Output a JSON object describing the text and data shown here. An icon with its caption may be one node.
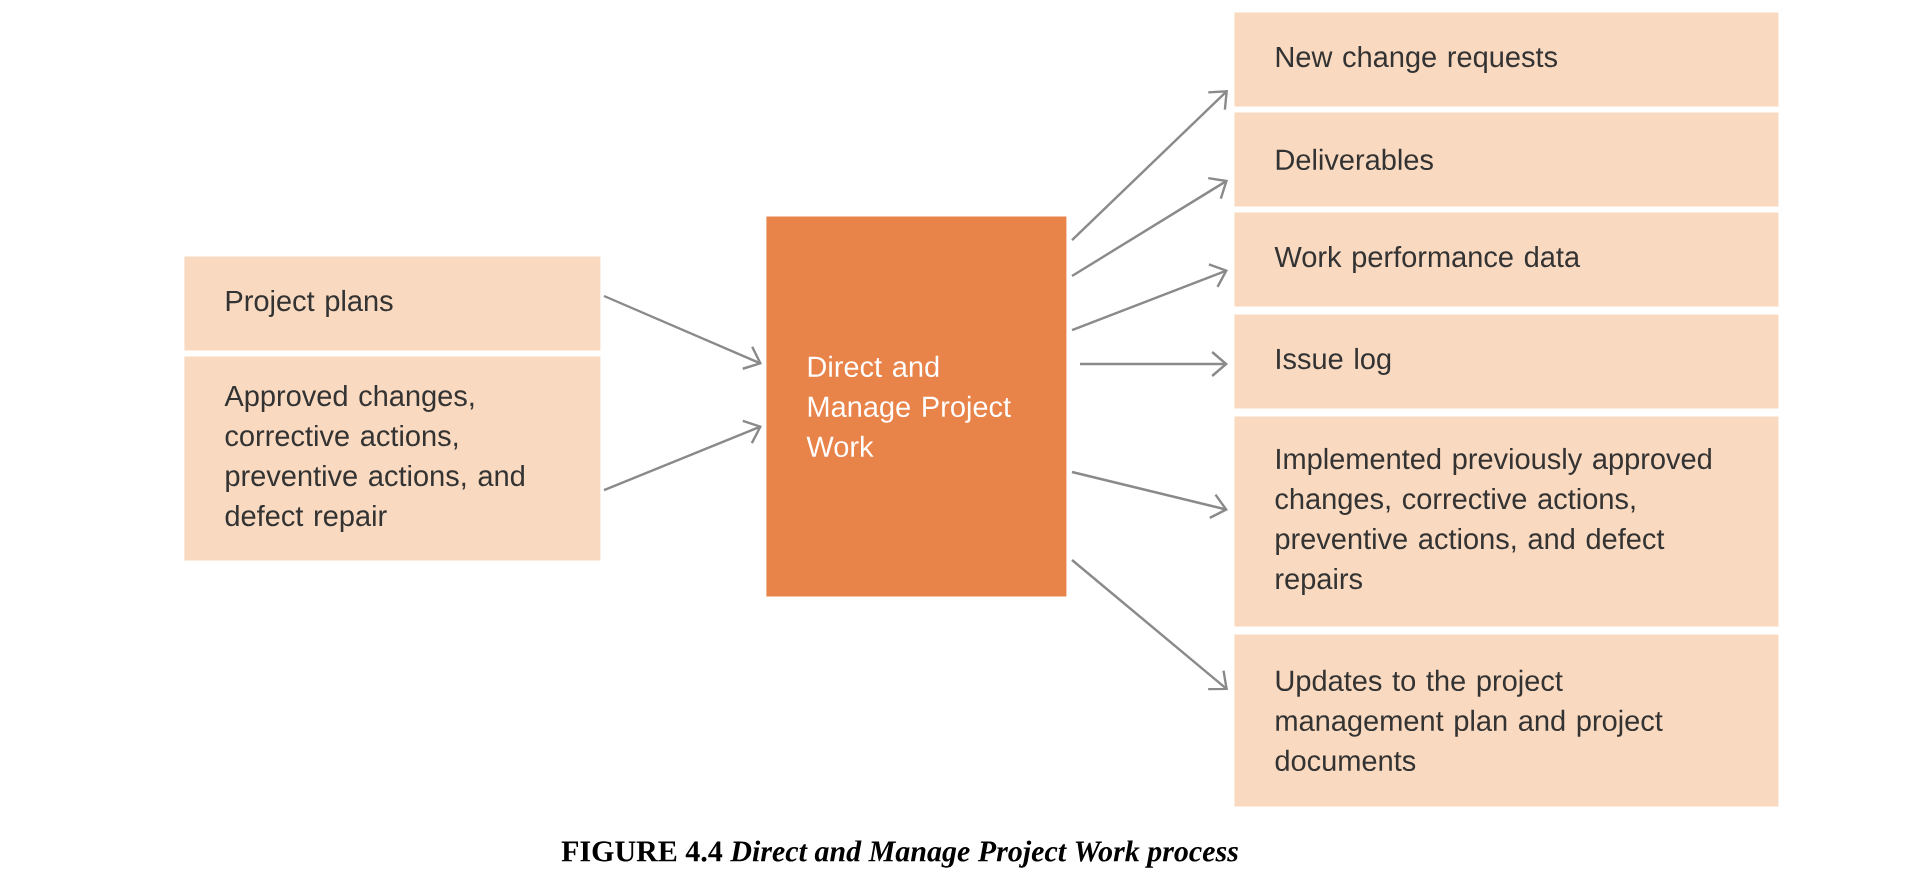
{
  "diagram": {
    "caption": "FIGURE 4.4 *Direct and Manage Project Work process*",
    "nodes": [
      {
        "text": [
          "Project plans"
        ]
      },
      {
        "text": [
          "Approved changes, corrective actions, preventive actions, and defect repair"
        ]
      },
      {
        "text": [
          "Direct and Manage Project Work"
        ]
      },
      {
        "text": [
          "New change requests"
        ]
      },
      {
        "text": [
          "Deliverables"
        ]
      },
      {
        "text": [
          "Work performance data"
        ]
      },
      {
        "text": [
          "Issue log"
        ]
      },
      {
        "text": [
          "Implemented previously approved changes, corrective actions, preventive actions, and defect repairs"
        ]
      },
      {
        "text": [
          "Updates to the project management plan and project documents"
        ]
      }
    ],
    "edges": [
      {
        "from": 0,
        "to": 2,
        "arrow": "to"
      },
      {
        "from": 1,
        "to": 2,
        "arrow": "to"
      },
      {
        "from": 2,
        "to": 3,
        "arrow": "to"
      },
      {
        "from": 2,
        "to": 4,
        "arrow": "to"
      },
      {
        "from": 2,
        "to": 5,
        "arrow": "to"
      },
      {
        "from": 2,
        "to": 6,
        "arrow": "to"
      },
      {
        "from": 2,
        "to": 7,
        "arrow": "to"
      },
      {
        "from": 2,
        "to": 8,
        "arrow": "to"
      }
    ]
  }
}
